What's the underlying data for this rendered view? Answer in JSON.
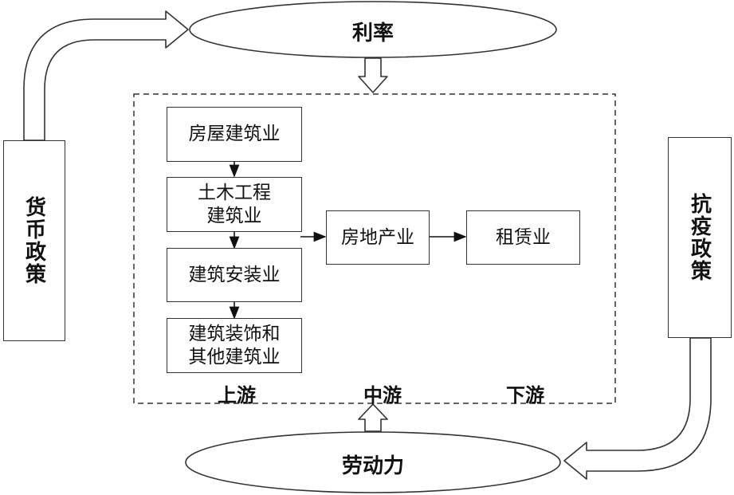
{
  "ovals": {
    "top": "利率",
    "bottom": "劳动力"
  },
  "side": {
    "left": "货币政策",
    "right": "抗疫政策"
  },
  "chain": {
    "upstream": [
      "房屋建筑业",
      "土木工程\n建筑业",
      "建筑安装业",
      "建筑装饰和\n其他建筑业"
    ],
    "midstream": "房地产业",
    "downstream": "租赁业"
  },
  "stages": {
    "up": "上游",
    "mid": "中游",
    "down": "下游"
  }
}
